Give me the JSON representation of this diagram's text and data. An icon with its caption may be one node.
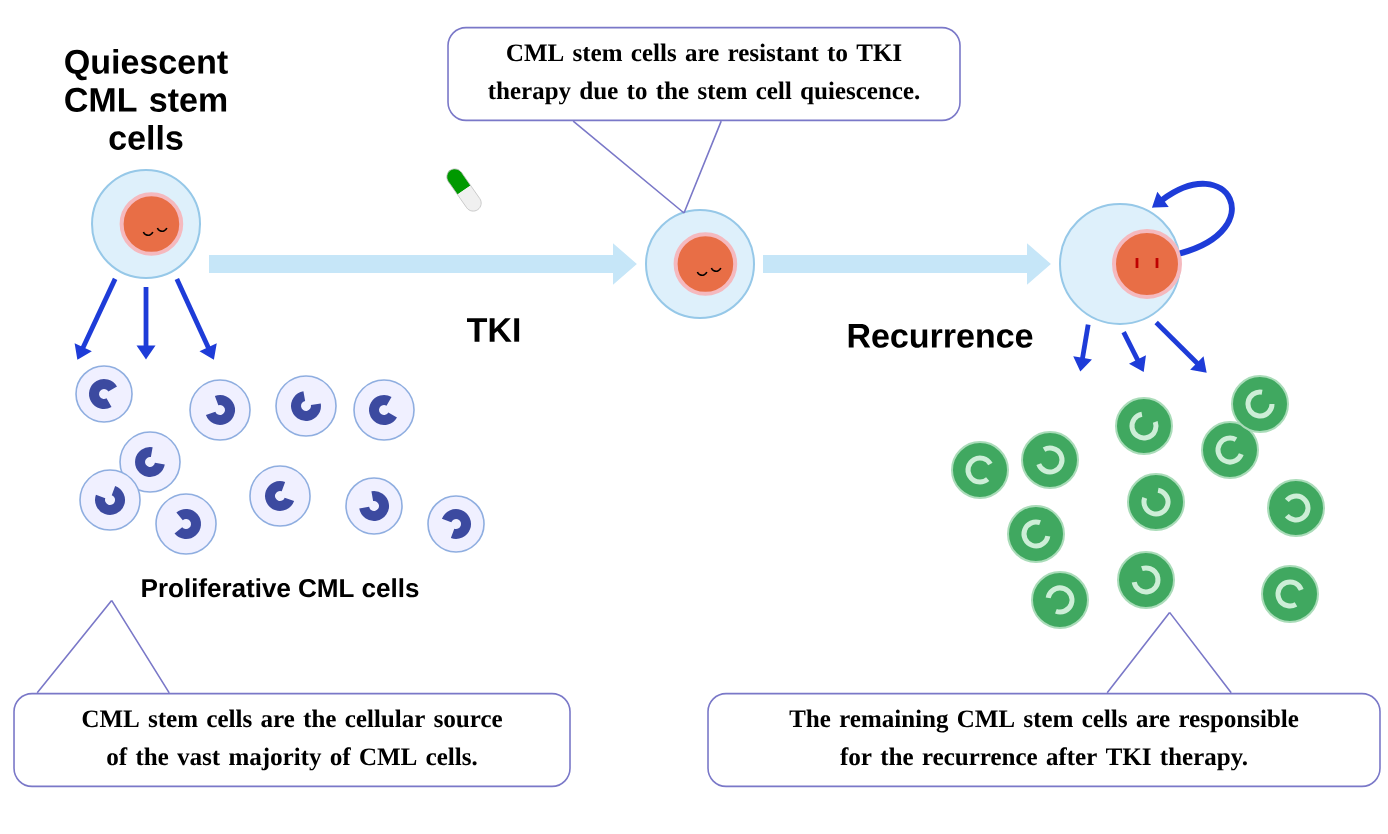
{
  "diagram": {
    "nodes": [
      {
        "text": [
          "Quiescent CML stem cells"
        ]
      },
      {
        "text": [
          "CML stem cells are resistant to TKI therapy due to the stem cell quiescence."
        ]
      },
      {
        "text": [],
        "shape": "circle"
      },
      {
        "text": [],
        "shape": "circle"
      },
      {
        "text": [
          "Proliferative CML cells"
        ]
      },
      {
        "text": [],
        "shape": "picture"
      },
      {
        "text": [
          "CML stem cells are the cellular source of the vast majority of CML cells."
        ]
      },
      {
        "text": [
          "The remaining CML stem cells are responsible for the recurrence after TKI therapy."
        ]
      }
    ],
    "edges": [
      {
        "from": 0,
        "to": 2,
        "arrow": "to",
        "label": "TKI",
        "style": "thick",
        "color": "#c6e6f8"
      },
      {
        "from": 2,
        "to": 3,
        "arrow": "to",
        "label": "Recurrence",
        "style": "thick",
        "color": "#c6e6f8"
      },
      {
        "from": 0,
        "to": 4,
        "arrow": "to"
      },
      {
        "from": 0,
        "to": 4,
        "arrow": "to"
      },
      {
        "from": 0,
        "to": 4,
        "arrow": "to"
      },
      {
        "from": 3,
        "to": 3,
        "arrow": "to"
      },
      {
        "from": 3,
        "to": 5,
        "arrow": "to"
      },
      {
        "from": 3,
        "to": 5,
        "arrow": "to"
      },
      {
        "from": 3,
        "to": 5,
        "arrow": "to"
      },
      {
        "from": 1,
        "to": 2,
        "arrow": "none",
        "color": "#7a78c8"
      },
      {
        "from": 6,
        "to": 4,
        "arrow": "none",
        "color": "#7a78c8"
      },
      {
        "from": 7,
        "to": 5,
        "arrow": "none",
        "color": "#7a78c8"
      }
    ]
  }
}
